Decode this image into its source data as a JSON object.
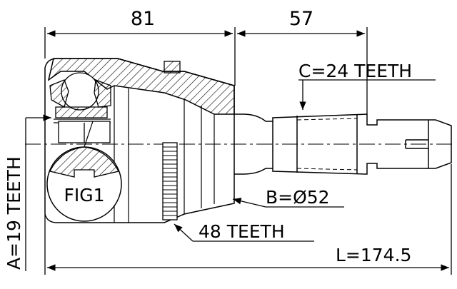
{
  "dimensions": {
    "left_length": "81",
    "right_length": "57",
    "total_length": "L=174.5"
  },
  "labels": {
    "spline_c": "C=24 TEETH",
    "spline_a": "A=19 TEETH",
    "diameter_b": "B=Ø52",
    "abs_ring": "48 TEETH",
    "figure": "FIG1"
  }
}
